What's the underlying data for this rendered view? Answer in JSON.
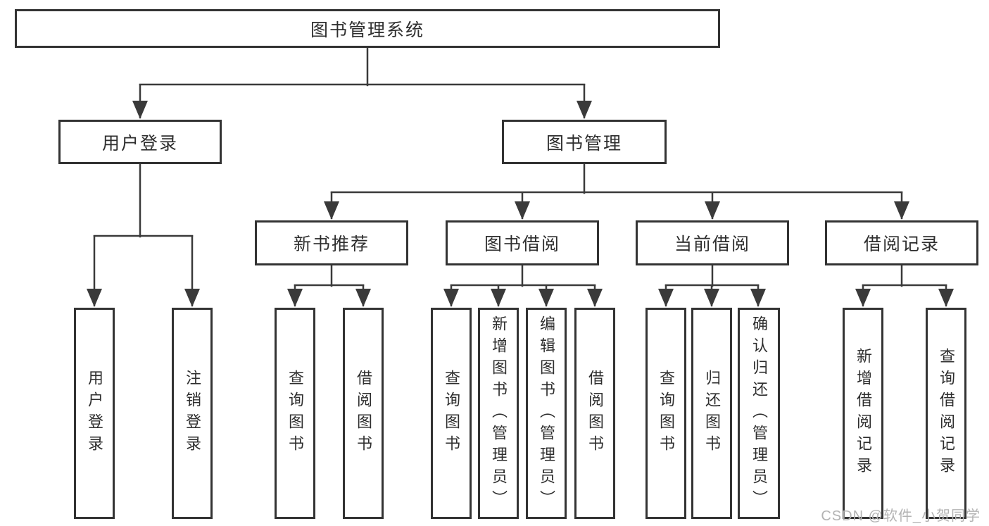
{
  "diagram": {
    "root": {
      "label": "图书管理系统"
    },
    "branches": [
      {
        "label": "用户登录",
        "children": [
          {
            "label": "用户登录"
          },
          {
            "label": "注销登录"
          }
        ]
      },
      {
        "label": "图书管理",
        "children": [
          {
            "label": "新书推荐",
            "children": [
              {
                "label": "查询图书"
              },
              {
                "label": "借阅图书"
              }
            ]
          },
          {
            "label": "图书借阅",
            "children": [
              {
                "label": "查询图书"
              },
              {
                "label": "新增图书（管理员）"
              },
              {
                "label": "编辑图书（管理员）"
              },
              {
                "label": "借阅图书"
              }
            ]
          },
          {
            "label": "当前借阅",
            "children": [
              {
                "label": "查询图书"
              },
              {
                "label": "归还图书"
              },
              {
                "label": "确认归还（管理员）"
              }
            ]
          },
          {
            "label": "借阅记录",
            "children": [
              {
                "label": "新增借阅记录"
              },
              {
                "label": "查询借阅记录"
              }
            ]
          }
        ]
      }
    ]
  },
  "watermark": {
    "text": "CSDN @软件_小贺同学"
  },
  "colors": {
    "line": "#3a3a3a",
    "box_border": "#333333",
    "text": "#2e2e2e",
    "watermark": "#b3b3b3",
    "background": "#ffffff"
  }
}
